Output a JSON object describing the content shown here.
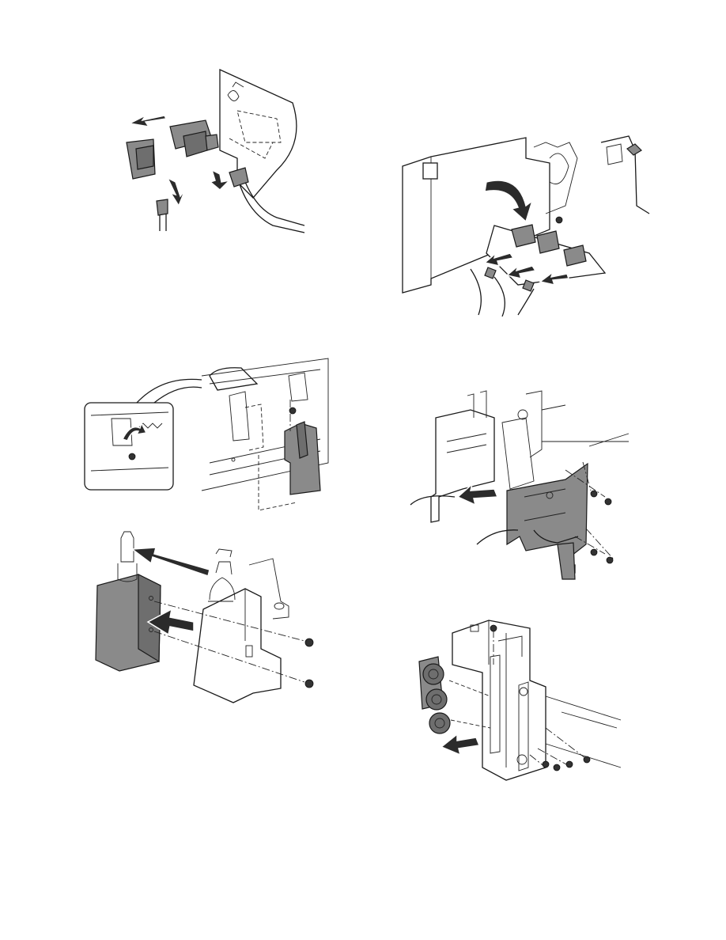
{
  "figures": [
    {
      "id": "fig-sensor-removal",
      "description_icon": "sensor-removal-illustration"
    },
    {
      "id": "fig-sensor-bracket",
      "description_icon": "sensor-bracket-illustration"
    },
    {
      "id": "fig-lever-unit",
      "description_icon": "lever-unit-illustration"
    },
    {
      "id": "fig-side-plate",
      "description_icon": "side-plate-illustration"
    },
    {
      "id": "fig-solenoid",
      "description_icon": "solenoid-illustration"
    },
    {
      "id": "fig-roller-unit",
      "description_icon": "roller-unit-illustration"
    }
  ],
  "colors": {
    "part_fill": "#8a8a8a",
    "line": "#1a1a1a",
    "background": "#ffffff"
  }
}
